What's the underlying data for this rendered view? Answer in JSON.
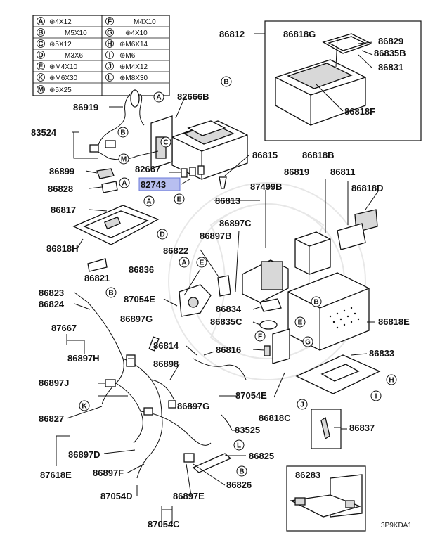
{
  "legend": [
    {
      "k": "A",
      "v": "⊛4X12"
    },
    {
      "k": "B",
      "v": "M5X10"
    },
    {
      "k": "C",
      "v": "⊛5X12"
    },
    {
      "k": "D",
      "v": "M3X6"
    },
    {
      "k": "E",
      "v": "⊕M4X10"
    },
    {
      "k": "K",
      "v": "⊕M6X30"
    },
    {
      "k": "M",
      "v": "⊛5X25"
    },
    {
      "k": "F",
      "v": "M4X10"
    },
    {
      "k": "G",
      "v": "⊛4X10"
    },
    {
      "k": "H",
      "v": "⊕M6X14"
    },
    {
      "k": "I",
      "v": "⊛M6"
    },
    {
      "k": "J",
      "v": "⊕M4X12"
    },
    {
      "k": "L",
      "v": "⊕M8X30"
    }
  ],
  "parts": [
    {
      "id": "86812",
      "label": "86812"
    },
    {
      "id": "86818G",
      "label": "86818G"
    },
    {
      "id": "86829",
      "label": "86829"
    },
    {
      "id": "86835B",
      "label": "86835B"
    },
    {
      "id": "86831",
      "label": "86831"
    },
    {
      "id": "86818F",
      "label": "86818F"
    },
    {
      "id": "82666B",
      "label": "82666B"
    },
    {
      "id": "86919",
      "label": "86919"
    },
    {
      "id": "83524",
      "label": "83524"
    },
    {
      "id": "86899",
      "label": "86899"
    },
    {
      "id": "82667",
      "label": "82667"
    },
    {
      "id": "82743",
      "label": "82743"
    },
    {
      "id": "86815",
      "label": "86815"
    },
    {
      "id": "86818B",
      "label": "86818B"
    },
    {
      "id": "86819",
      "label": "86819"
    },
    {
      "id": "86811",
      "label": "86811"
    },
    {
      "id": "86828",
      "label": "86828"
    },
    {
      "id": "87499B",
      "label": "87499B"
    },
    {
      "id": "86818D",
      "label": "86818D"
    },
    {
      "id": "86817",
      "label": "86817"
    },
    {
      "id": "86813",
      "label": "86813"
    },
    {
      "id": "86897C",
      "label": "86897C"
    },
    {
      "id": "86897B",
      "label": "86897B"
    },
    {
      "id": "86818H",
      "label": "86818H"
    },
    {
      "id": "86822",
      "label": "86822"
    },
    {
      "id": "86821",
      "label": "86821"
    },
    {
      "id": "86836",
      "label": "86836"
    },
    {
      "id": "86823",
      "label": "86823"
    },
    {
      "id": "86824",
      "label": "86824"
    },
    {
      "id": "87054E_a",
      "label": "87054E"
    },
    {
      "id": "86897G_a",
      "label": "86897G"
    },
    {
      "id": "86834",
      "label": "86834"
    },
    {
      "id": "86835C",
      "label": "86835C"
    },
    {
      "id": "86818E",
      "label": "86818E"
    },
    {
      "id": "87667",
      "label": "87667"
    },
    {
      "id": "86814",
      "label": "86814"
    },
    {
      "id": "86816",
      "label": "86816"
    },
    {
      "id": "86833",
      "label": "86833"
    },
    {
      "id": "86897H",
      "label": "86897H"
    },
    {
      "id": "86898",
      "label": "86898"
    },
    {
      "id": "86897J",
      "label": "86897J"
    },
    {
      "id": "87054E_b",
      "label": "87054E"
    },
    {
      "id": "86897G_b",
      "label": "86897G"
    },
    {
      "id": "86827",
      "label": "86827"
    },
    {
      "id": "83525",
      "label": "83525"
    },
    {
      "id": "86818C",
      "label": "86818C"
    },
    {
      "id": "86837",
      "label": "86837"
    },
    {
      "id": "86897D",
      "label": "86897D"
    },
    {
      "id": "86825",
      "label": "86825"
    },
    {
      "id": "87618E",
      "label": "87618E"
    },
    {
      "id": "86897F",
      "label": "86897F"
    },
    {
      "id": "86826",
      "label": "86826"
    },
    {
      "id": "87054D",
      "label": "87054D"
    },
    {
      "id": "86897E",
      "label": "86897E"
    },
    {
      "id": "87054C",
      "label": "87054C"
    },
    {
      "id": "86283",
      "label": "86283"
    }
  ],
  "callouts": {
    "A": "A",
    "B": "B",
    "C": "C",
    "D": "D",
    "E": "E",
    "F": "F",
    "G": "G",
    "H": "H",
    "I": "I",
    "J": "J",
    "K": "K",
    "L": "L",
    "M": "M"
  },
  "diagram_code": "3P9KDA1"
}
